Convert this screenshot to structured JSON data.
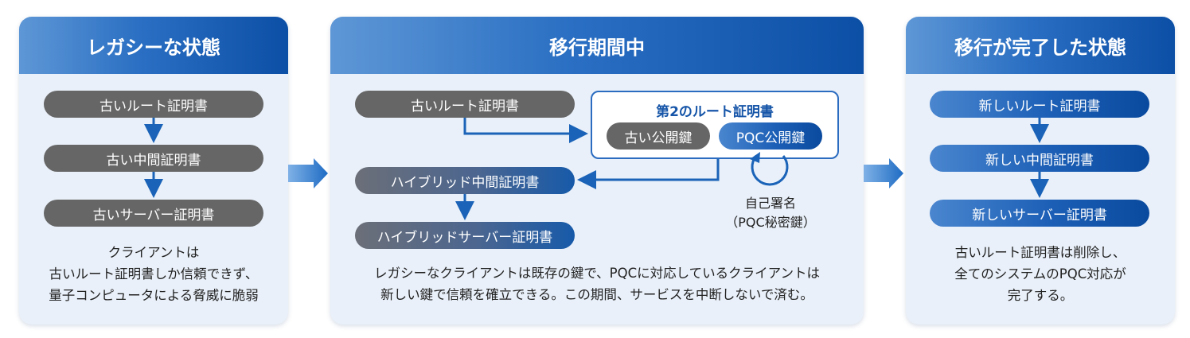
{
  "left": {
    "title": "レガシーな状態",
    "certs": [
      "古いルート証明書",
      "古い中間証明書",
      "古いサーバー証明書"
    ],
    "desc": [
      "クライアントは",
      "古いルート証明書しか信頼できず、",
      "量子コンピュータによる脅威に脆弱"
    ]
  },
  "middle": {
    "title": "移行期間中",
    "old_root": "古いルート証明書",
    "second_root": {
      "title": "第2のルート証明書",
      "old_key": "古い公開鍵",
      "pqc_key": "PQC公開鍵"
    },
    "hybrid_intermediate": "ハイブリッド中間証明書",
    "hybrid_server": "ハイブリッドサーバー証明書",
    "self_sign": [
      "自己署名",
      "（PQC秘密鍵）"
    ],
    "desc": [
      "レガシーなクライアントは既存の鍵で、PQCに対応しているクライアントは",
      "新しい鍵で信頼を確立できる。この期間、サービスを中断しないで済む。"
    ]
  },
  "right": {
    "title": "移行が完了した状態",
    "certs": [
      "新しいルート証明書",
      "新しい中間証明書",
      "新しいサーバー証明書"
    ],
    "desc": [
      "古いルート証明書は削除し、",
      "全てのシステムのPQC対応が",
      "完了する。"
    ]
  },
  "colors": {
    "header_blue": "#1c5fb6",
    "legacy_gray": "#666666",
    "arrow_blue": "#1a63b8",
    "panel_bg": "#e9f0f9"
  }
}
